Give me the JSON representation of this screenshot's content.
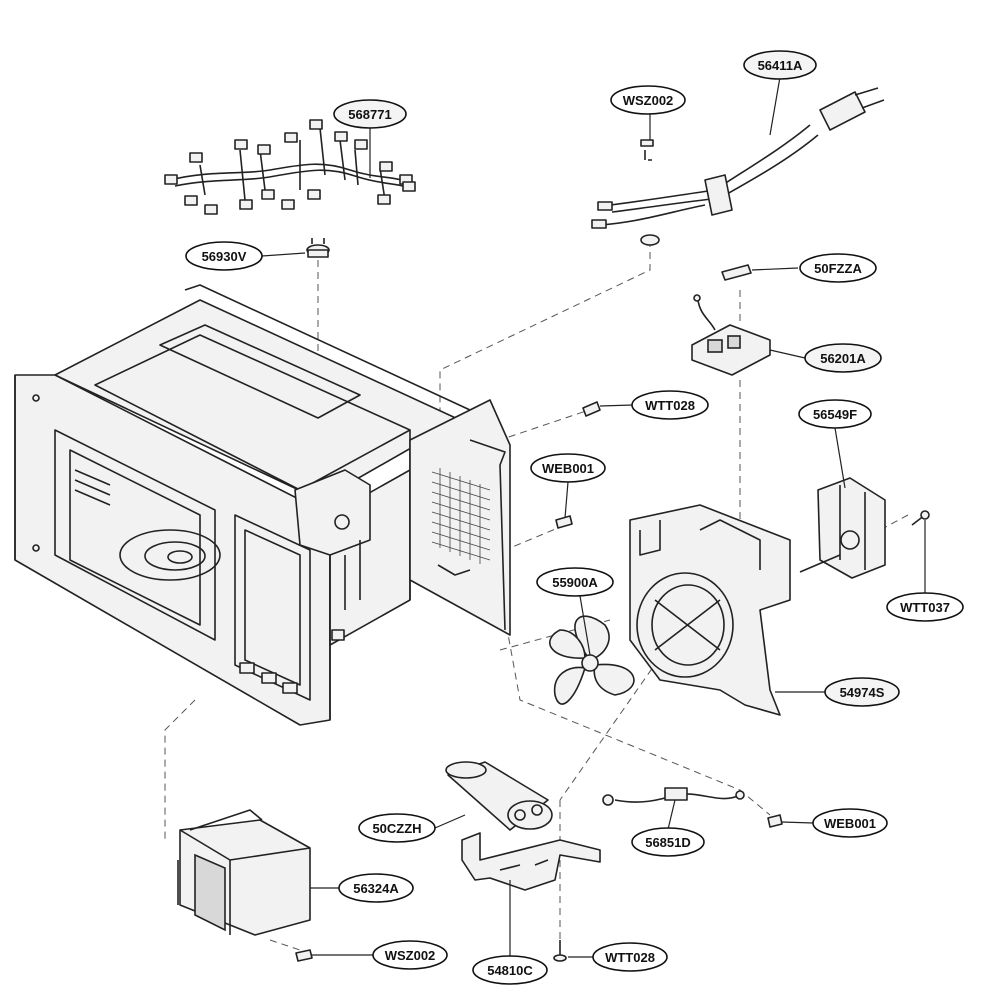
{
  "diagram": {
    "callouts": {
      "wire_harness": "568771",
      "power_cord": "56411A",
      "screw_top": "WSZ002",
      "thermostat": "56930V",
      "fuse": "50FZZA",
      "noise_filter_board": "56201A",
      "screw_back": "WTT028",
      "fan_motor": "56549F",
      "screw_vent": "WEB001",
      "screw_motor": "WTT037",
      "fan_blade": "55900A",
      "fan_duct": "54974S",
      "capacitor": "50CZZH",
      "screw_diode": "WEB001",
      "diode": "56851D",
      "transformer": "56324A",
      "screw_transformer": "WSZ002",
      "capacitor_bracket": "54810C",
      "screw_bracket": "WTT028"
    }
  }
}
